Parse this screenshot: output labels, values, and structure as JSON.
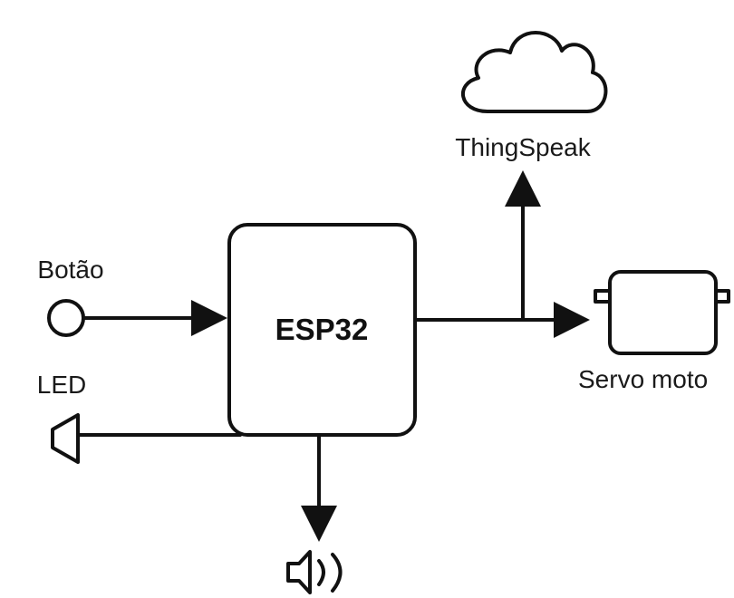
{
  "diagram": {
    "center": {
      "label": "ESP32"
    },
    "inputs": [
      {
        "label": "Botão",
        "icon": "button-circle-icon"
      }
    ],
    "outputs": [
      {
        "label": "ThingSpeak",
        "icon": "cloud-icon"
      },
      {
        "label": "Servo moto",
        "icon": "servo-motor-icon"
      },
      {
        "label": "LED",
        "icon": "led-icon"
      },
      {
        "label": "",
        "icon": "speaker-icon"
      }
    ]
  }
}
